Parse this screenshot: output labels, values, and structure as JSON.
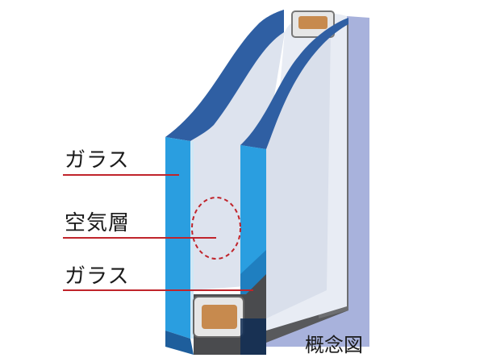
{
  "labels": {
    "glass_outer": "ガラス",
    "air_layer": "空気層",
    "glass_inner": "ガラス"
  },
  "caption": "概念図",
  "colors": {
    "glass_blue": "#2a9ee0",
    "glass_dark": "#2f5fa3",
    "glass_edge_light": "#cfe8f6",
    "interior_light": "#dde3ee",
    "frame_gray": "#6d6e71",
    "frame_dark": "#4a4b4e",
    "panel_lavender": "#a8b2dc",
    "spacer_light": "#e6e6e6",
    "desiccant": "#c78a4e",
    "leader_red": "#c0242b",
    "dashed_red": "#c0242b"
  }
}
